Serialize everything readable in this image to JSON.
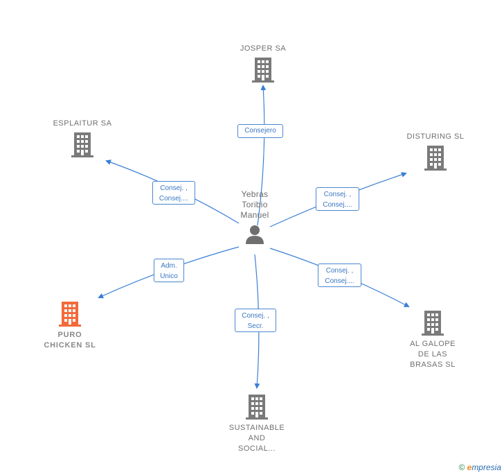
{
  "center": {
    "label": "Yebras\nToribio\nManuel",
    "icon": "person-icon"
  },
  "companies": {
    "josper": {
      "label": "JOSPER SA",
      "icon": "building-icon",
      "color": "#7a7a7a"
    },
    "esplaitur": {
      "label": "ESPLAITUR SA",
      "icon": "building-icon",
      "color": "#7a7a7a"
    },
    "disturing": {
      "label": "DISTURING  SL",
      "icon": "building-icon",
      "color": "#7a7a7a"
    },
    "puro": {
      "label": "PURO\nCHICKEN  SL",
      "icon": "building-icon",
      "color": "#f26a3a"
    },
    "galope": {
      "label": "AL GALOPE\nDE LAS\nBRASAS  SL",
      "icon": "building-icon",
      "color": "#7a7a7a"
    },
    "sustainable": {
      "label": "SUSTAINABLE\nAND\nSOCIAL...",
      "icon": "building-icon",
      "color": "#7a7a7a"
    }
  },
  "relations": {
    "josper": "Consejero",
    "esplaitur": "Consej. ,\nConsej....",
    "disturing": "Consej. ,\nConsej....",
    "puro": "Adm.\nUnico",
    "galope": "Consej. ,\nConsej....",
    "sustainable": "Consej. ,\nSecr."
  },
  "footer": {
    "copyright": "©",
    "brand_first": "e",
    "brand_rest": "mpresia"
  },
  "colors": {
    "edge": "#3a7fd5",
    "accent": "#f26a3a",
    "node": "#7a7a7a"
  }
}
